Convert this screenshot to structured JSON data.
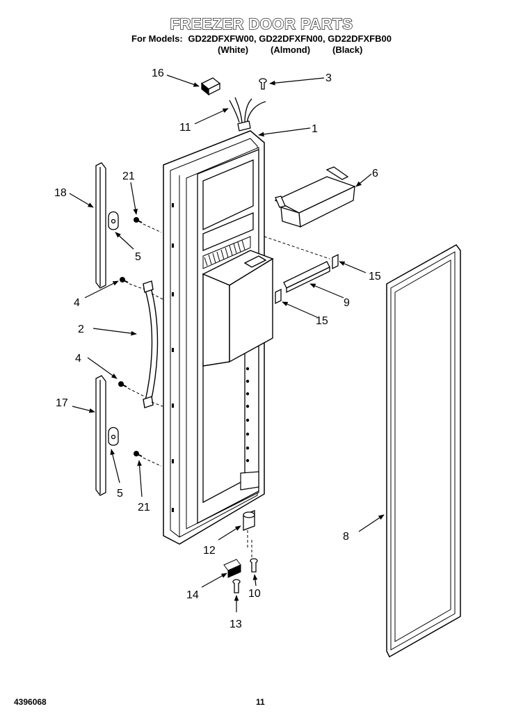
{
  "title": "FREEZER DOOR PARTS",
  "models_prefix": "For Models:",
  "models": [
    "GD22DFXFW00,",
    "GD22DFXFN00,",
    "GD22DFXFB00"
  ],
  "model_colors": [
    "(White)",
    "(Almond)",
    "(Black)"
  ],
  "callouts": [
    "16",
    "3",
    "11",
    "1",
    "21",
    "6",
    "18",
    "5",
    "15",
    "4",
    "9",
    "2",
    "15",
    "4",
    "17",
    "5",
    "21",
    "8",
    "12",
    "14",
    "10",
    "13"
  ],
  "footer": {
    "doc_number": "4396068",
    "page_number": "11"
  }
}
